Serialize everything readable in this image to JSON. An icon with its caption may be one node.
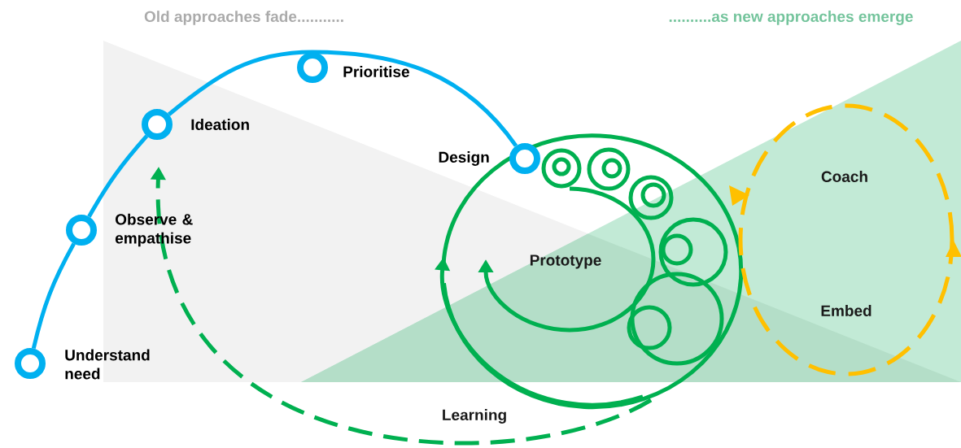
{
  "diagram": {
    "nodes": [
      {
        "text": [],
        "shape": "circle",
        "beside": [
          "Understand need"
        ]
      },
      {
        "text": [],
        "shape": "circle",
        "beside": [
          "Observe & empathise"
        ]
      },
      {
        "text": [],
        "shape": "circle",
        "beside": [
          "Ideation"
        ]
      },
      {
        "text": [],
        "shape": "circle",
        "beside": [
          "Prioritise"
        ]
      },
      {
        "text": [],
        "shape": "circle",
        "beside": [
          "Design"
        ]
      }
    ],
    "edges": [
      {
        "from": 0,
        "to": 1,
        "arrow": "none"
      },
      {
        "from": 1,
        "to": 2,
        "arrow": "none"
      },
      {
        "from": 2,
        "to": 3,
        "arrow": "none"
      },
      {
        "from": 3,
        "to": 4,
        "arrow": "none"
      }
    ],
    "labels": [
      "Old approaches fade...........",
      "..........as new approaches emerge",
      "Prototype",
      "Coach",
      "Embed",
      "Learning"
    ]
  }
}
